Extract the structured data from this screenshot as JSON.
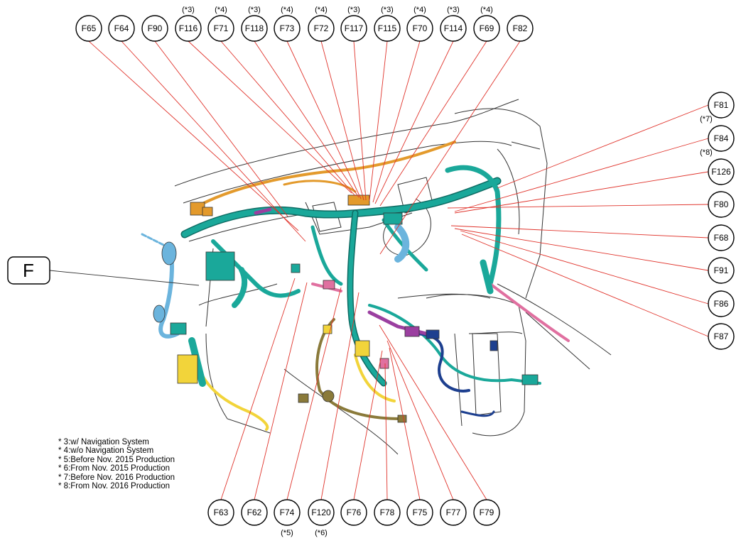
{
  "area_label": "F",
  "top_connectors": [
    {
      "id": "F65",
      "note": ""
    },
    {
      "id": "F64",
      "note": ""
    },
    {
      "id": "F90",
      "note": ""
    },
    {
      "id": "F116",
      "note": "(*3)"
    },
    {
      "id": "F71",
      "note": "(*4)"
    },
    {
      "id": "F118",
      "note": "(*3)"
    },
    {
      "id": "F73",
      "note": "(*4)"
    },
    {
      "id": "F72",
      "note": "(*4)"
    },
    {
      "id": "F117",
      "note": "(*3)"
    },
    {
      "id": "F115",
      "note": "(*3)"
    },
    {
      "id": "F70",
      "note": "(*4)"
    },
    {
      "id": "F114",
      "note": "(*3)"
    },
    {
      "id": "F69",
      "note": "(*4)"
    },
    {
      "id": "F82",
      "note": ""
    }
  ],
  "right_connectors": [
    {
      "id": "F81",
      "note": ""
    },
    {
      "id": "F84",
      "note": "(*7)"
    },
    {
      "id": "F126",
      "note": "(*8)"
    },
    {
      "id": "F80",
      "note": ""
    },
    {
      "id": "F68",
      "note": ""
    },
    {
      "id": "F91",
      "note": ""
    },
    {
      "id": "F86",
      "note": ""
    },
    {
      "id": "F87",
      "note": ""
    }
  ],
  "bottom_connectors": [
    {
      "id": "F63",
      "note": ""
    },
    {
      "id": "F62",
      "note": ""
    },
    {
      "id": "F74",
      "note": "(*5)"
    },
    {
      "id": "F120",
      "note": "(*6)"
    },
    {
      "id": "F76",
      "note": ""
    },
    {
      "id": "F78",
      "note": ""
    },
    {
      "id": "F75",
      "note": ""
    },
    {
      "id": "F77",
      "note": ""
    },
    {
      "id": "F79",
      "note": ""
    }
  ],
  "legend": [
    "* 3:w/ Navigation System",
    "* 4:w/o Navigation System",
    "* 5:Before Nov. 2015 Production",
    "* 6:From Nov. 2015 Production",
    "* 7:Before Nov. 2016 Production",
    "* 8:From Nov. 2016 Production"
  ],
  "colors": {
    "leader_line": "#e0332b",
    "harness_main": "#1aa89a",
    "harness_dark": "#0e6b63",
    "harness_blue": "#6bb4dd",
    "harness_orange": "#e39a2c",
    "harness_yellow": "#f2d43a",
    "harness_navy": "#1d3f8f",
    "harness_olive": "#8a7a3a",
    "harness_pink": "#e070a0",
    "harness_purple": "#9b3fa0",
    "outline": "#333333"
  }
}
